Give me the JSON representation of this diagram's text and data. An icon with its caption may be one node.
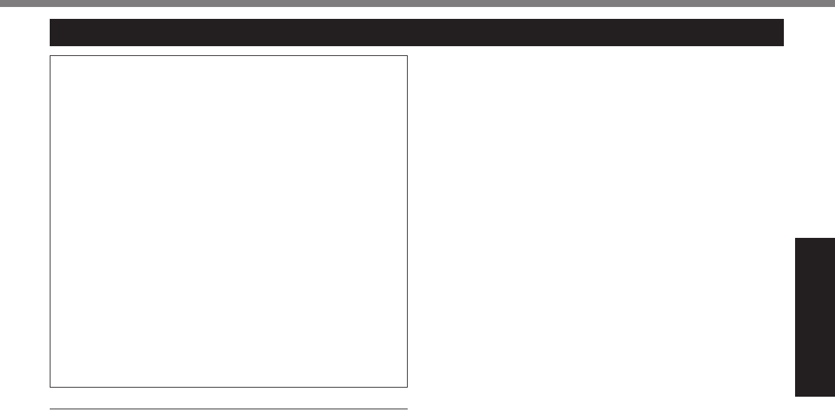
{
  "diagram": {
    "nodes": [
      {
        "text": [],
        "shape": "bar"
      },
      {
        "text": [],
        "shape": "box"
      },
      {
        "text": [],
        "shape": "bar"
      }
    ]
  }
}
